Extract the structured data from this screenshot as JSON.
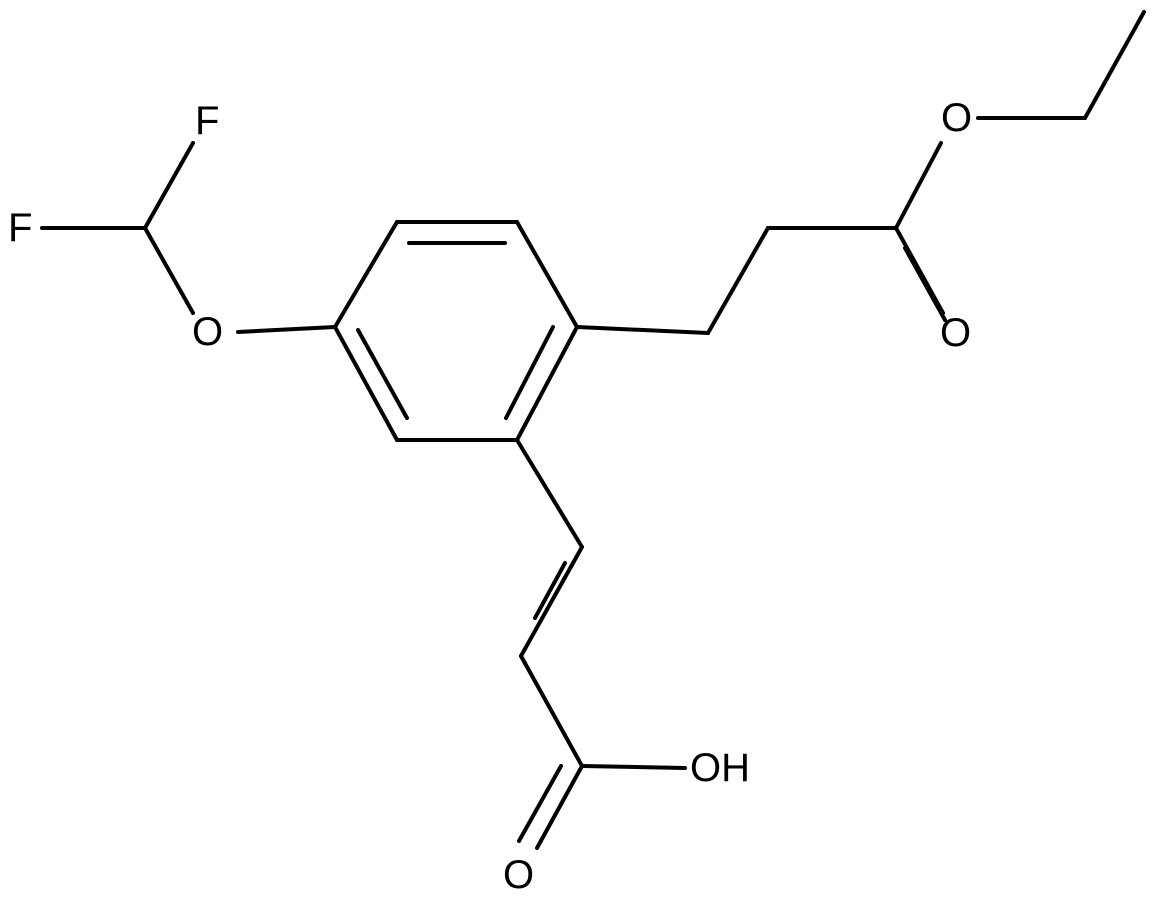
{
  "diagram": {
    "atoms": [
      {
        "id": "F_top",
        "label": "F"
      },
      {
        "id": "F_left",
        "label": "F"
      },
      {
        "id": "O_ether_left",
        "label": "O"
      },
      {
        "id": "O_ester",
        "label": "O"
      },
      {
        "id": "O_ester_carbonyl",
        "label": "O"
      },
      {
        "id": "OH",
        "label": "OH"
      },
      {
        "id": "O_acid_carbonyl",
        "label": "O"
      }
    ],
    "colors": {
      "bond": "#000000",
      "label": "#000000",
      "background": "#ffffff"
    }
  }
}
